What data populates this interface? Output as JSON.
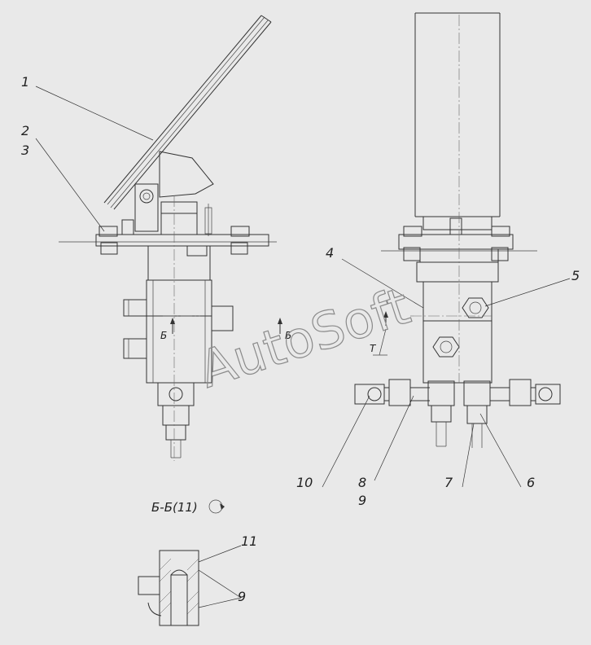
{
  "watermark": "AutoSoft",
  "callouts": [
    "1",
    "2",
    "3",
    "4",
    "5",
    "6",
    "7",
    "8",
    "9",
    "10",
    "11",
    "9"
  ],
  "section_marks": {
    "left_b": "Б",
    "right_b": "Б",
    "t_mark": "Т"
  },
  "section_title": "Б-Б(11)"
}
